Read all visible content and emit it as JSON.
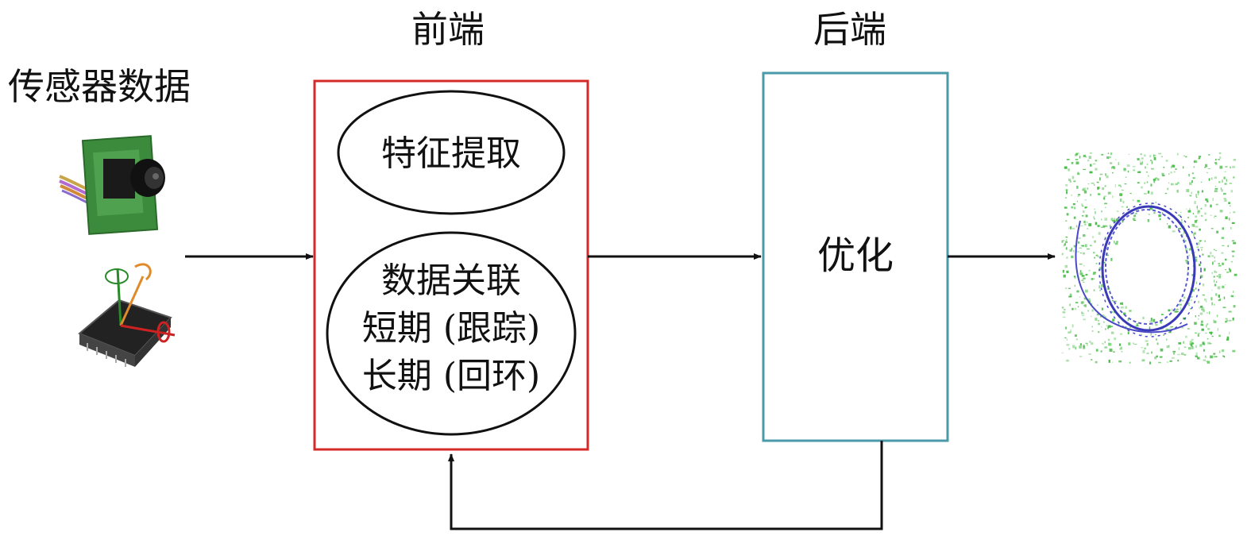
{
  "headings": {
    "sensor_data": "传感器数据",
    "frontend": "前端",
    "backend": "后端"
  },
  "frontend": {
    "feature_extraction": "特征提取",
    "data_association": {
      "line1": "数据关联",
      "line2": "短期 (跟踪)",
      "line3": "长期 (回环)"
    }
  },
  "backend": {
    "optimization": "优化"
  },
  "icons": {
    "camera": "camera-sensor-icon",
    "imu": "imu-chip-icon",
    "map": "trajectory-map-icon"
  },
  "colors": {
    "frontend_border": "#d42a2a",
    "backend_border": "#4a9aaa",
    "arrow": "#111111",
    "map_points": "#3db83d",
    "trajectory": "#3a3ab8"
  }
}
